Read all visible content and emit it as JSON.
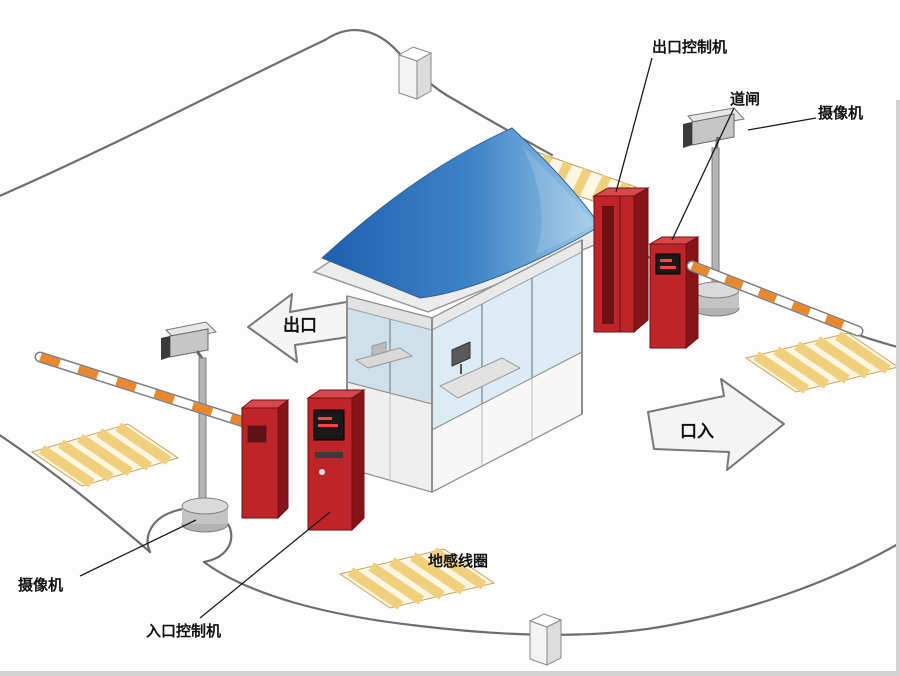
{
  "labels": {
    "exit_controller": "出口控制机",
    "barrier_gate": "道闸",
    "camera_right": "摄像机",
    "camera_left": "摄像机",
    "entry_controller": "入口控制机",
    "ground_coil": "地感线圈"
  },
  "arrows": {
    "exit": "出口",
    "entry": "口入"
  },
  "colors": {
    "roof_blue_dark": "#1e5fae",
    "roof_blue_mid": "#3f85c8",
    "roof_blue_light": "#9fcbe8",
    "machine_red": "#bf2428",
    "machine_red_dark": "#871418",
    "machine_red_top": "#d8474c",
    "stripe_yellow": "#f0cf7d",
    "stripe_bg": "#fdf6e2",
    "arm_orange": "#e8872b",
    "road_gray": "#6e6e6e"
  }
}
